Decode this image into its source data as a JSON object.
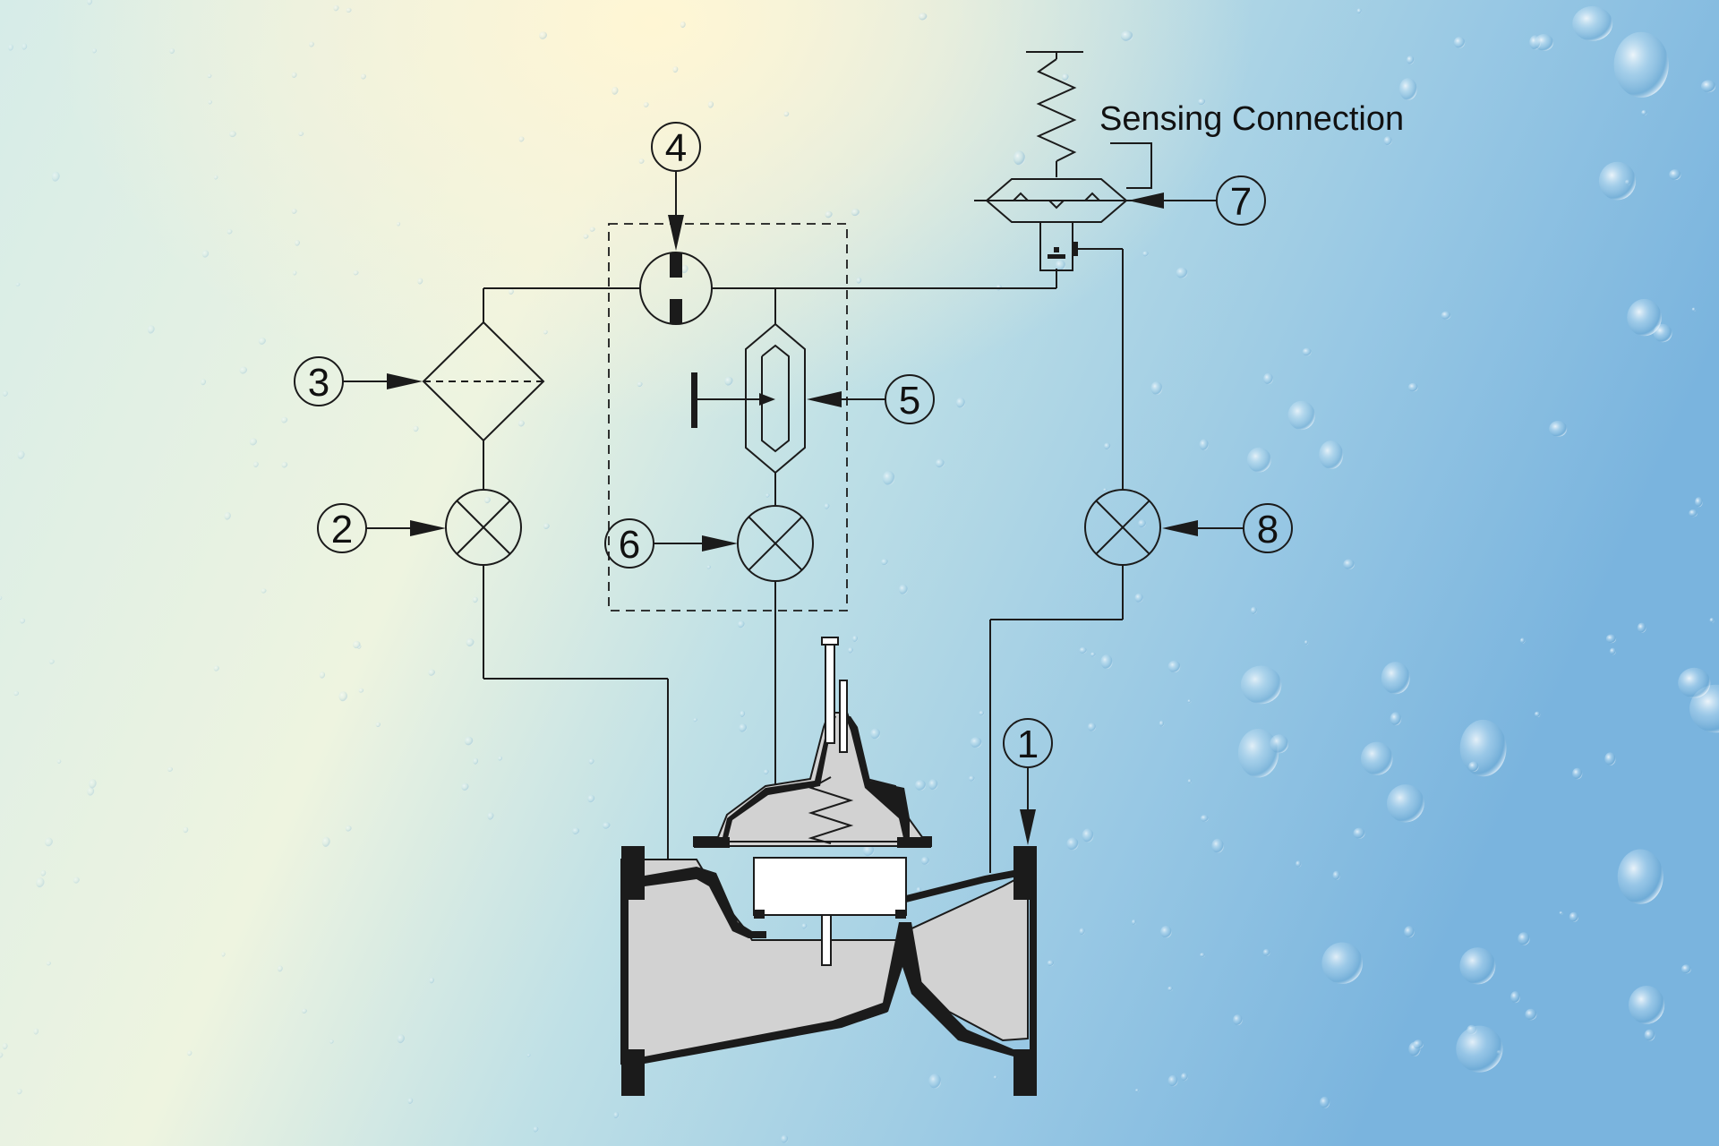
{
  "labels": {
    "sensing_connection": "Sensing Connection",
    "n1": "1",
    "n2": "2",
    "n3": "3",
    "n4": "4",
    "n5": "5",
    "n6": "6",
    "n7": "7",
    "n8": "8"
  },
  "colors": {
    "line": "#1b1b1b",
    "valve_body": "#d2d2d2",
    "background_light": "#f8f4dc",
    "background_blue": "#7db8e0"
  }
}
